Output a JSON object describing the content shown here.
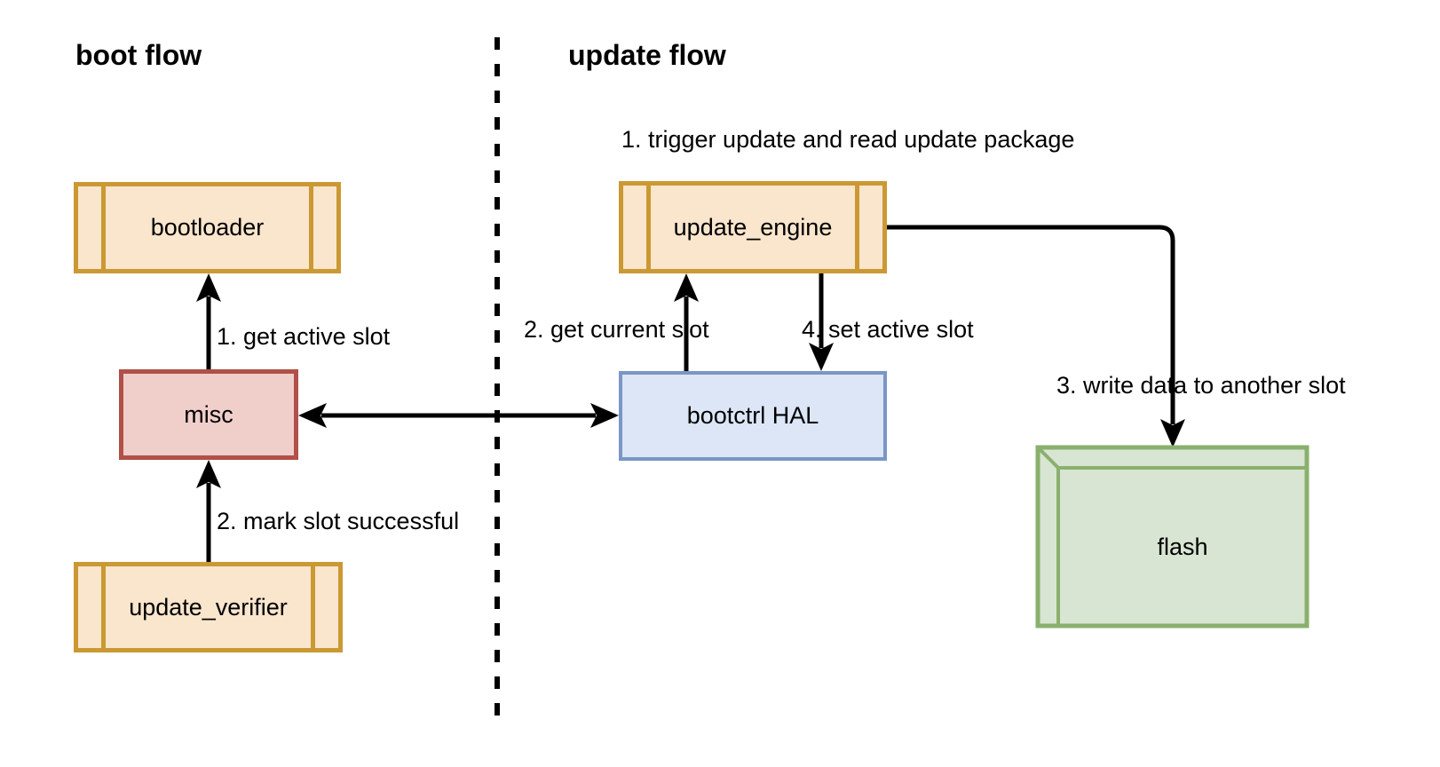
{
  "diagram": {
    "background": "#ffffff",
    "sections": [
      {
        "id": "boot",
        "title": "boot flow"
      },
      {
        "id": "update",
        "title": "update flow"
      }
    ],
    "divider": {
      "style": "dashed-vertical",
      "color": "#000000"
    },
    "nodes": [
      {
        "id": "bootloader",
        "label": "bootloader",
        "shape": "process",
        "fill": "#fae5cd",
        "stroke": "#cb9933"
      },
      {
        "id": "misc",
        "label": "misc",
        "shape": "rect",
        "fill": "#f0cfcb",
        "stroke": "#b05048"
      },
      {
        "id": "update_verifier",
        "label": "update_verifier",
        "shape": "process",
        "fill": "#fae5cd",
        "stroke": "#cb9933"
      },
      {
        "id": "update_engine",
        "label": "update_engine",
        "shape": "process",
        "fill": "#fae5cd",
        "stroke": "#cb9933"
      },
      {
        "id": "bootctrl_hal",
        "label": "bootctrl HAL",
        "shape": "rect",
        "fill": "#dce6f7",
        "stroke": "#7a96c4"
      },
      {
        "id": "flash",
        "label": "flash",
        "shape": "cube",
        "fill": "#d8e5d3",
        "stroke": "#8ab06d"
      }
    ],
    "edges": [
      {
        "id": "get-active-slot",
        "label": "1. get active slot",
        "from": "misc",
        "to": "bootloader",
        "bidirectional": false
      },
      {
        "id": "mark-slot-successful",
        "label": "2. mark slot successful",
        "from": "update_verifier",
        "to": "misc",
        "bidirectional": false
      },
      {
        "id": "misc-bootctrl-link",
        "label": "",
        "from": "misc",
        "to": "bootctrl_hal",
        "bidirectional": true
      },
      {
        "id": "get-current-slot",
        "label": "2. get current slot",
        "from": "bootctrl_hal",
        "to": "update_engine",
        "bidirectional": false
      },
      {
        "id": "set-active-slot",
        "label": "4. set active slot",
        "from": "update_engine",
        "to": "bootctrl_hal",
        "bidirectional": false
      },
      {
        "id": "trigger-update",
        "label": "1. trigger update and read update package",
        "from": "update_engine",
        "to": "update_engine",
        "bidirectional": false
      },
      {
        "id": "write-data",
        "label": "3. write data to another slot",
        "from": "update_engine",
        "to": "flash",
        "bidirectional": false
      }
    ],
    "arrow_color": "#000000"
  }
}
